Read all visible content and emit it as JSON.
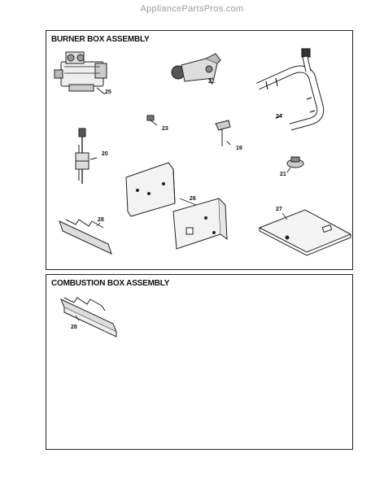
{
  "watermark": "AppliancePartsPros.com",
  "sections": {
    "burner": {
      "title": "BURNER BOX ASSEMBLY"
    },
    "combustion": {
      "title": "COMBUSTION BOX ASSEMBLY"
    }
  },
  "parts": {
    "p25_valve": "25",
    "p22": "22",
    "p24": "24",
    "p23": "23",
    "p19": "19",
    "p20": "20",
    "p21": "21",
    "p26": "26",
    "p27": "27",
    "p28_top": "28",
    "p28_bottom": "28"
  }
}
